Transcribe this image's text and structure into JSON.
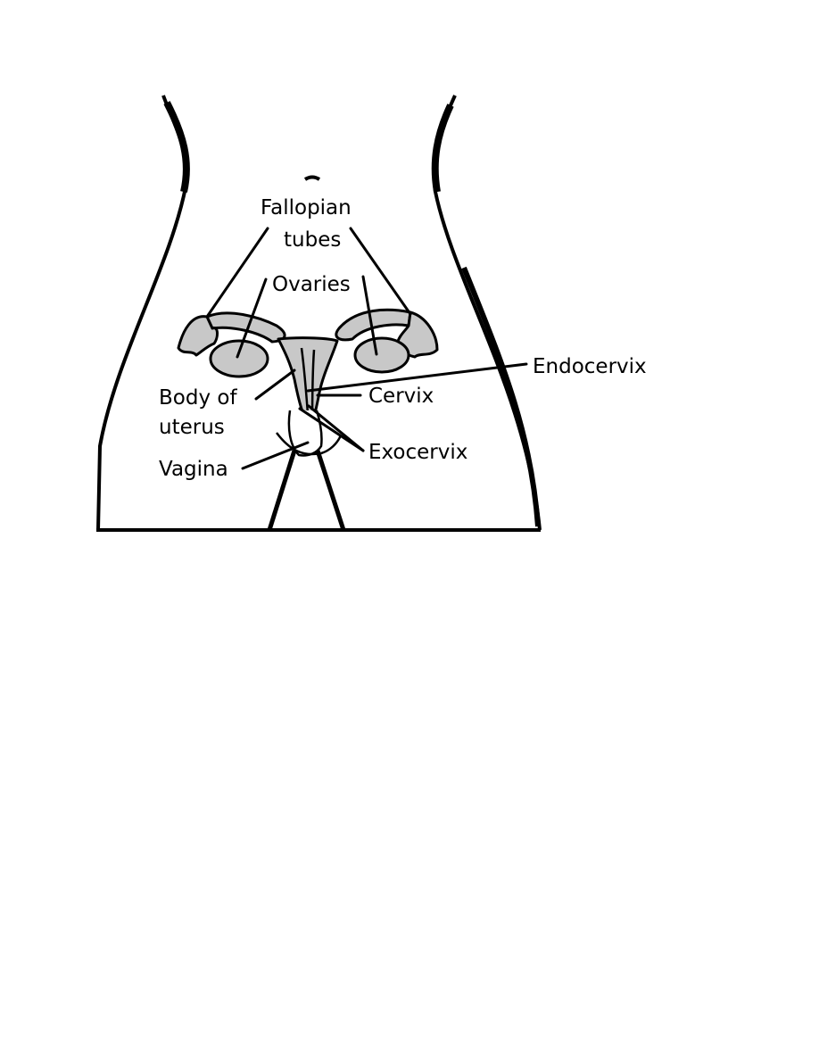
{
  "diagram": {
    "labels": {
      "fallopian_1": "Fallopian",
      "fallopian_2": "tubes",
      "ovaries": "Ovaries",
      "endocervix": "Endocervix",
      "body_1": "Body of",
      "body_2": "uterus",
      "cervix": "Cervix",
      "exocervix": "Exocervix",
      "vagina": "Vagina"
    },
    "colors": {
      "organ_fill": "#c8c8c8",
      "outline": "#000000"
    }
  }
}
